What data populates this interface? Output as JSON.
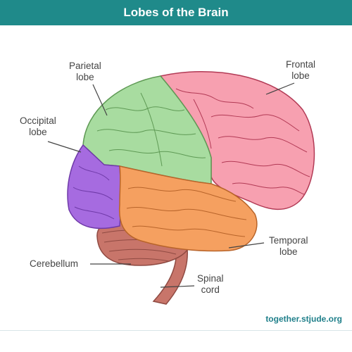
{
  "title": "Lobes of the Brain",
  "labels": {
    "parietal": "Parietal\nlobe",
    "frontal": "Frontal\nlobe",
    "occipital": "Occipital\nlobe",
    "temporal": "Temporal\nlobe",
    "cerebellum": "Cerebellum",
    "spinal": "Spinal\ncord"
  },
  "footer": {
    "url": "together.stjude.org"
  },
  "colors": {
    "header": "#1f8a8a",
    "frontal": "#f7a0b0",
    "parietal": "#a8dca0",
    "occipital": "#a66be0",
    "temporal": "#f5a060",
    "cerebellum": "#c8756a",
    "spinal": "#c8756a"
  }
}
